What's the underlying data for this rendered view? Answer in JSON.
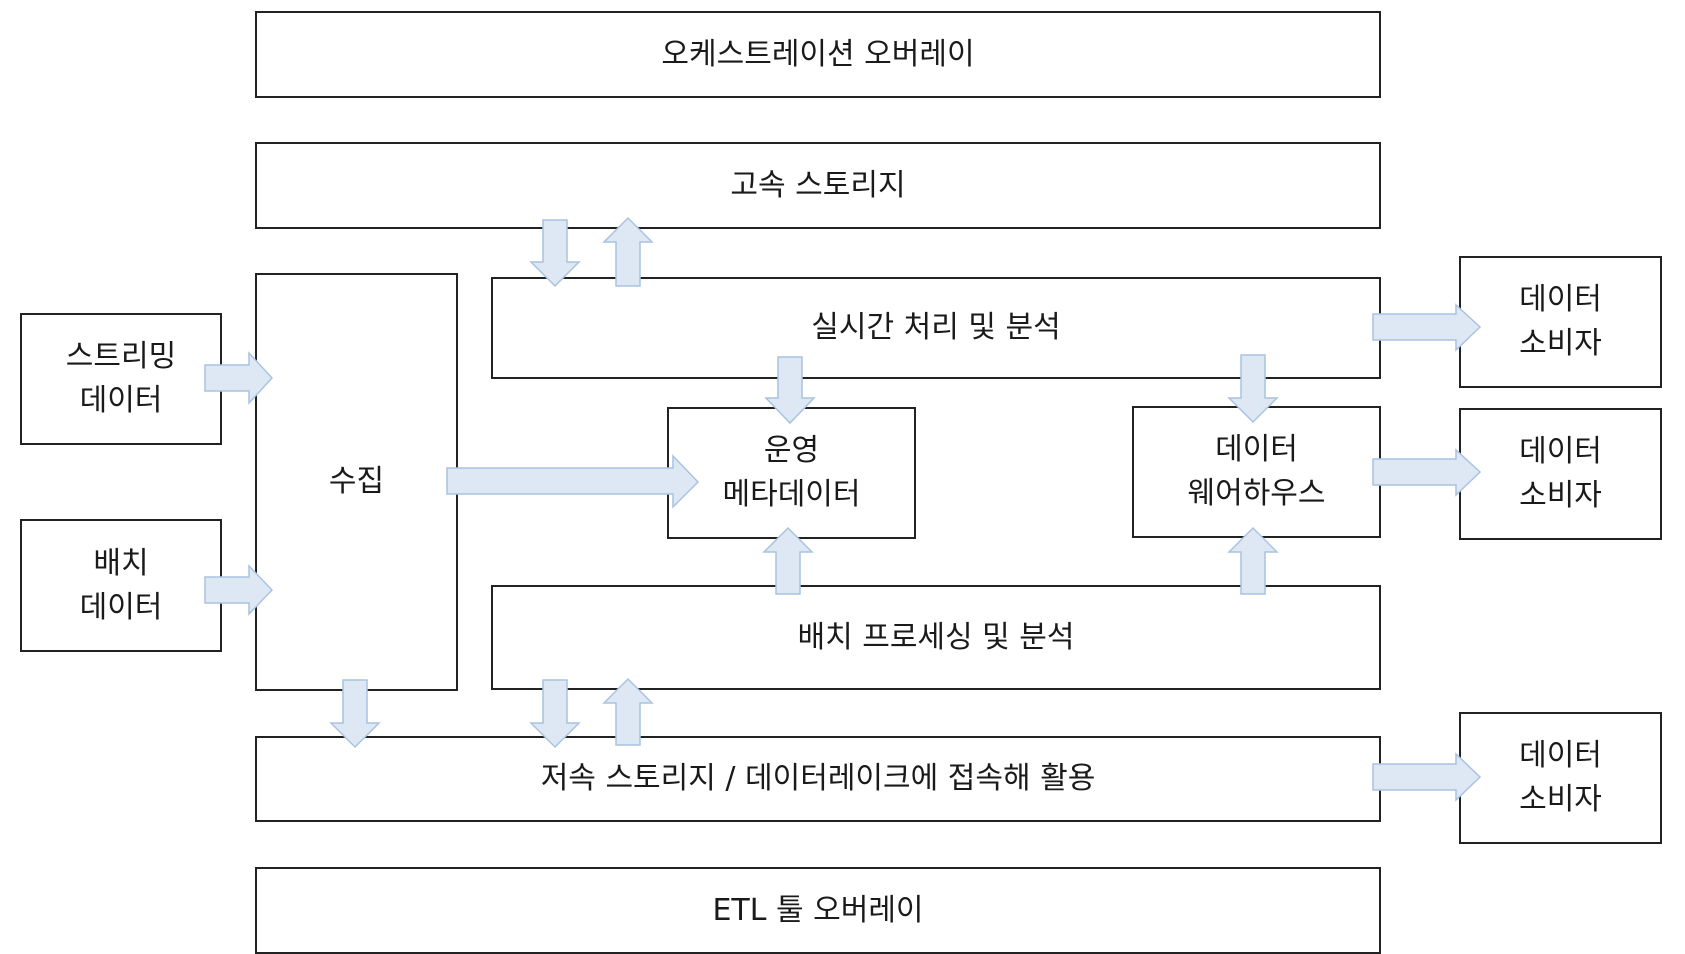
{
  "diagram": {
    "orchestration_overlay": "오케스트레이션 오버레이",
    "fast_storage": "고속 스토리지",
    "realtime_processing": "실시간 처리 및 분석",
    "streaming_data": "스트리밍\n데이터",
    "batch_data": "배치\n데이터",
    "ingestion": "수집",
    "operational_metadata": "운영\n메타데이터",
    "data_warehouse": "데이터\n웨어하우스",
    "data_consumer_1": "데이터\n소비자",
    "data_consumer_2": "데이터\n소비자",
    "data_consumer_3": "데이터\n소비자",
    "batch_processing": "배치 프로세싱 및 분석",
    "slow_storage": "저속 스토리지 / 데이터레이크에 접속해 활용",
    "etl_overlay": "ETL 툴 오버레이"
  },
  "colors": {
    "arrow_fill": "#dde8f4",
    "arrow_stroke": "#a9c3df",
    "box_border": "#222222"
  }
}
